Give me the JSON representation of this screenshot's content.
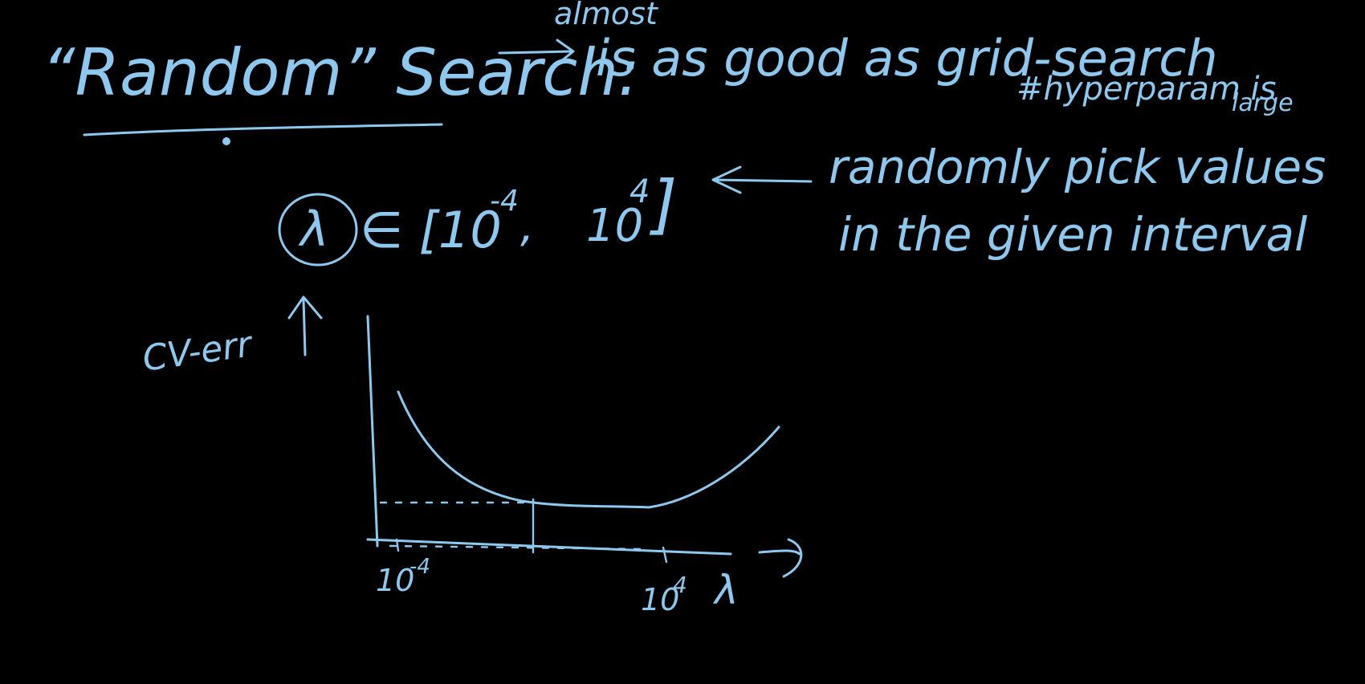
{
  "colors": {
    "background": "#000000",
    "ink": "#8fc8ee"
  },
  "header": {
    "title": "“Random” Search:",
    "insert_word": "almost",
    "claim": "is as good as grid-search",
    "condition_line1": "#hyperparam is",
    "condition_line2": "large"
  },
  "formula": {
    "symbol": "λ",
    "member_of": "∈ [10",
    "lower_exp": "-4",
    "sep": ",",
    "upper_base": "10",
    "upper_exp": "4",
    "close": "]"
  },
  "note": {
    "line1": "randomly pick values",
    "line2": "in the given interval"
  },
  "plot": {
    "ylabel": "CV-err",
    "xlabel": "λ",
    "tick_low_base": "10",
    "tick_low_exp": "-4",
    "tick_high_base": "10",
    "tick_high_exp": "4",
    "icons": [
      "arrow-right-icon",
      "arrow-left-icon",
      "arrow-up-icon",
      "circle-icon"
    ]
  }
}
